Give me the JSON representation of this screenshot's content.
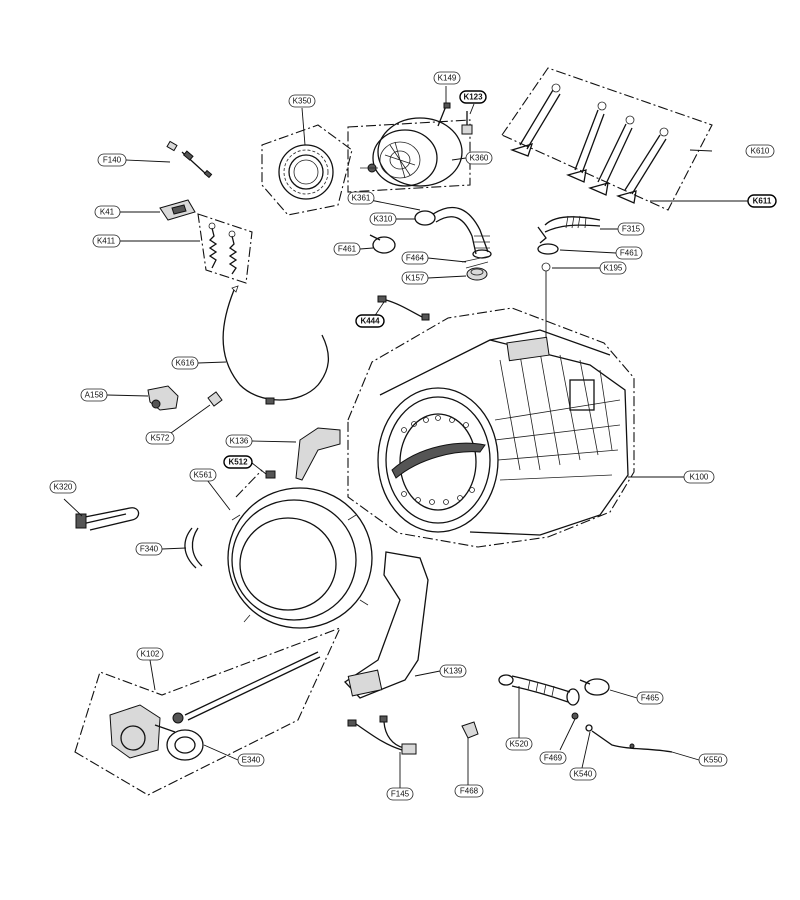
{
  "labels": {
    "K149": "K149",
    "K123": "K123",
    "K350": "K350",
    "K360": "K360",
    "K361": "K361",
    "K610": "K610",
    "K611": "K611",
    "F140": "F140",
    "K41": "K41",
    "K411": "K411",
    "K310": "K310",
    "F315": "F315",
    "F461a": "F461",
    "F461b": "F461",
    "F464": "F464",
    "K157": "K157",
    "K195": "K195",
    "K444": "K444",
    "K616": "K616",
    "A158": "A158",
    "K572": "K572",
    "K100": "K100",
    "K136": "K136",
    "K512": "K512",
    "K561": "K561",
    "K320": "K320",
    "F340": "F340",
    "K102": "K102",
    "K139": "K139",
    "F465": "F465",
    "K520": "K520",
    "F469": "F469",
    "K540": "K540",
    "K550": "K550",
    "E340": "E340",
    "F145": "F145",
    "F468": "F468"
  }
}
